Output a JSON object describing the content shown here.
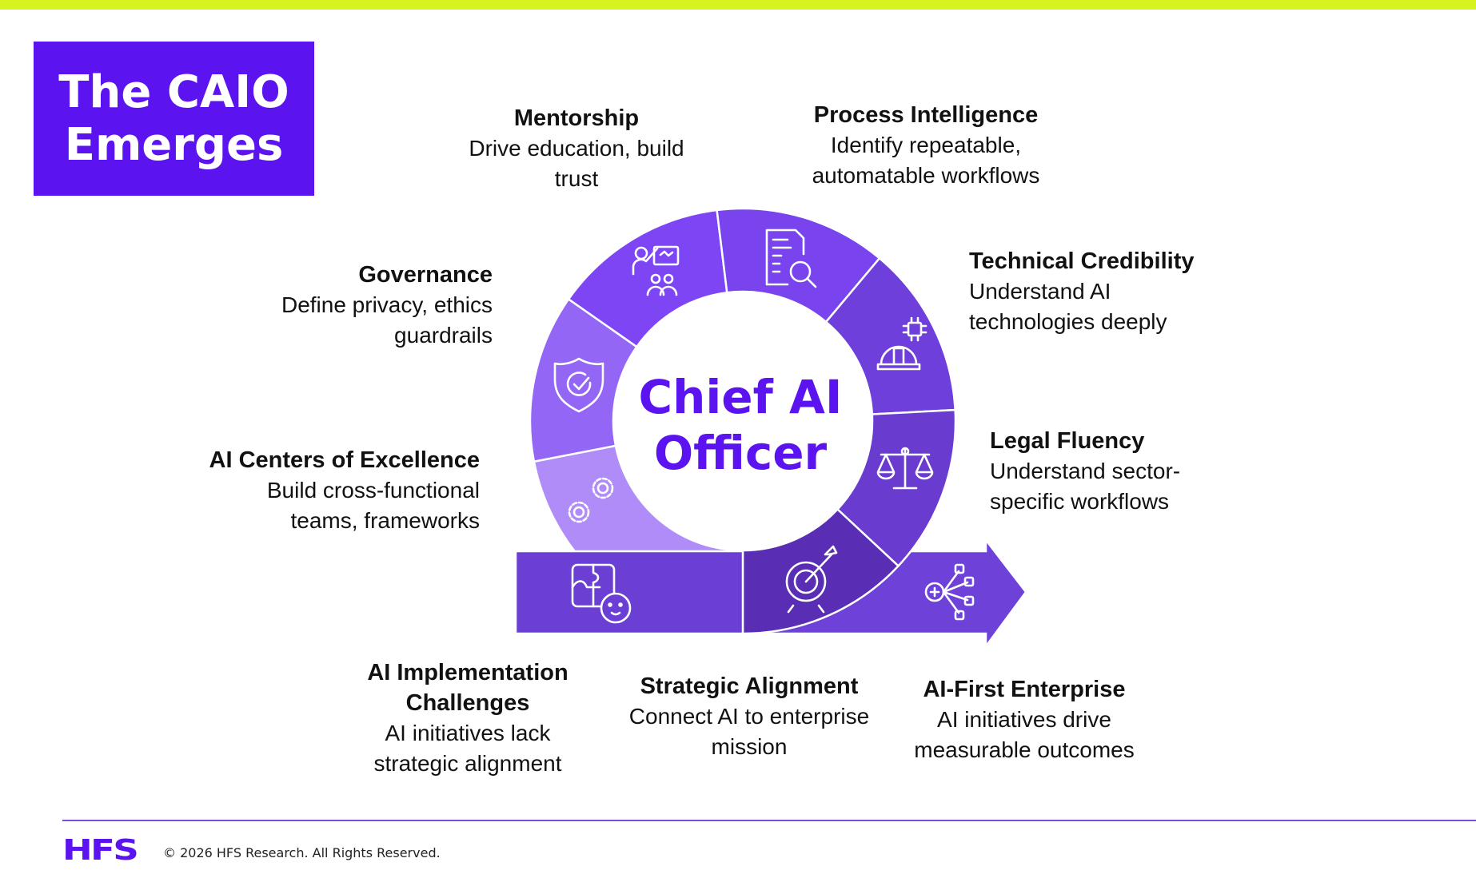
{
  "title": {
    "line1": "The CAIO",
    "line2": "Emerges"
  },
  "center": {
    "line1": "Chief AI",
    "line2": "Officer"
  },
  "colors": {
    "accent": "#5b14f0",
    "top_bar": "#d6f31f",
    "mentorship": "#7e45f5",
    "process": "#7944ee",
    "technical": "#6f3fdb",
    "legal": "#693ccf",
    "strategic": "#5a2db5",
    "governance": "#9466f5",
    "coe": "#b08cf8",
    "challenges_bar": "#6c3fd4",
    "arrow": "#6e42d9"
  },
  "segments": [
    {
      "key": "mentorship",
      "icon": "presentation-team-icon",
      "title": "Mentorship",
      "desc": [
        "Drive education, build",
        "trust"
      ]
    },
    {
      "key": "process",
      "icon": "document-search-icon",
      "title": "Process Intelligence",
      "desc": [
        "Identify repeatable,",
        "automatable workflows"
      ]
    },
    {
      "key": "technical",
      "icon": "hardhat-chip-icon",
      "title": "Technical Credibility",
      "desc": [
        "Understand AI",
        "technologies deeply"
      ]
    },
    {
      "key": "legal",
      "icon": "scales-icon",
      "title": "Legal Fluency",
      "desc": [
        "Understand sector-",
        "specific workflows"
      ]
    },
    {
      "key": "strategic",
      "icon": "target-arrow-icon",
      "title": "Strategic Alignment",
      "desc": [
        "Connect AI to enterprise",
        "mission"
      ]
    },
    {
      "key": "governance",
      "icon": "shield-check-icon",
      "title": "Governance",
      "desc": [
        "Define privacy, ethics",
        "guardrails"
      ]
    },
    {
      "key": "coe",
      "icon": "gears-icon",
      "title": "AI Centers of Excellence",
      "desc": [
        "Build cross-functional",
        "teams, frameworks"
      ]
    },
    {
      "key": "challenges",
      "icon": "puzzle-face-icon",
      "title": [
        "AI Implementation",
        "Challenges"
      ],
      "desc": [
        "AI initiatives lack",
        "strategic alignment"
      ]
    },
    {
      "key": "enterprise",
      "icon": "network-icon",
      "title": "AI-First Enterprise",
      "desc": [
        "AI initiatives drive",
        "measurable outcomes"
      ]
    }
  ],
  "footer": {
    "logo": "HFS",
    "copyright": "© 2026 HFS Research. All Rights Reserved."
  }
}
